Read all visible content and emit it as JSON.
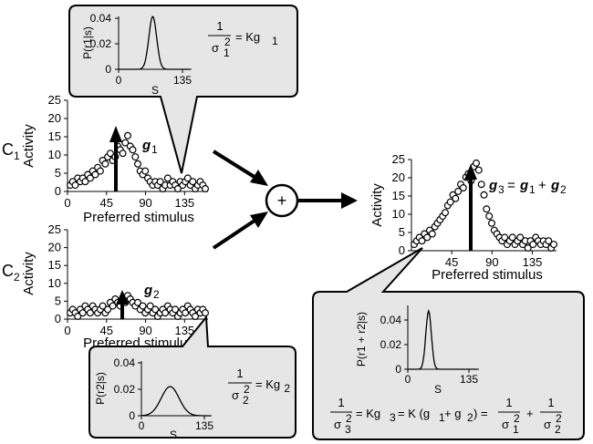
{
  "figure": {
    "cell_c1": "C",
    "cell_c1_sub": "1",
    "cell_c2": "C",
    "cell_c2_sub": "2",
    "plus_symbol": "+"
  },
  "panels": {
    "c1": {
      "ylabel": "Activity",
      "xlabel": "Preferred stimulus",
      "y_ticks": [
        "0",
        "5",
        "10",
        "15",
        "20",
        "25"
      ],
      "x_ticks": [
        "0",
        "45",
        "90",
        "135"
      ],
      "vector_label": "g",
      "vector_sub": "1"
    },
    "c2": {
      "ylabel": "Activity",
      "xlabel": "Preferred stimulus",
      "y_ticks": [
        "0",
        "5",
        "10",
        "15",
        "20",
        "25"
      ],
      "x_ticks": [
        "0",
        "45",
        "90",
        "135"
      ],
      "vector_label": "g",
      "vector_sub": "2"
    },
    "sum": {
      "ylabel": "Activity",
      "xlabel": "Preferred stimulus",
      "y_ticks": [
        "0",
        "5",
        "10",
        "15",
        "20",
        "25"
      ],
      "x_ticks": [
        "45",
        "90",
        "135"
      ],
      "eq_g3": "g",
      "eq_g3_sub": "3",
      "eq_equals": "=",
      "eq_g1": "g",
      "eq_g1_sub": "1",
      "eq_plus": "+",
      "eq_g2": "g",
      "eq_g2_sub": "2"
    }
  },
  "callouts": {
    "top": {
      "ylabel": "P(r1|s)",
      "xlabel": "S",
      "y_ticks": [
        "0",
        "0.02",
        "0.04"
      ],
      "x_ticks": [
        "0",
        "135"
      ],
      "formula_num": "1",
      "formula_den": "σ",
      "formula_den_sup": "2",
      "formula_den_sub": "1",
      "formula_rhs": "= Kg",
      "formula_rhs_sub": "1"
    },
    "bottom": {
      "ylabel": "P(r2|s)",
      "xlabel": "S",
      "y_ticks": [
        "0",
        "0.02",
        "0.04"
      ],
      "x_ticks": [
        "0",
        "135"
      ],
      "formula_num": "1",
      "formula_den": "σ",
      "formula_den_sup": "2",
      "formula_den_sub": "2",
      "formula_rhs": "= Kg",
      "formula_rhs_sub": "2"
    },
    "right": {
      "ylabel": "P(r1 + r2|s)",
      "xlabel": "S",
      "y_ticks": [
        "0",
        "0.02",
        "0.04"
      ],
      "x_ticks": [
        "0",
        "135"
      ],
      "eq_lhs_num": "1",
      "eq_lhs_den": "σ",
      "eq_lhs_den_sub": "3",
      "eq_middle": "= Kg",
      "eq_middle_sub": "3",
      "eq_k": "= K (g",
      "eq_k_sub1": "1",
      "eq_k_plus": " + g",
      "eq_k_sub2": "2",
      "eq_k_close": ") =",
      "eq_f1_num": "1",
      "eq_f1_den": "σ",
      "eq_f1_sub": "1",
      "eq_plus": "+",
      "eq_f2_num": "1",
      "eq_f2_den": "σ",
      "eq_f2_sub": "2",
      "sq": "2"
    }
  },
  "colors": {
    "callout_fill": "#e6e6e6",
    "stroke": "#000000"
  },
  "populations": {
    "c1": [
      [
        0,
        1
      ],
      [
        3,
        2
      ],
      [
        6,
        1
      ],
      [
        9,
        3
      ],
      [
        12,
        2
      ],
      [
        15,
        3
      ],
      [
        18,
        2
      ],
      [
        21,
        4
      ],
      [
        24,
        3
      ],
      [
        27,
        5
      ],
      [
        30,
        4
      ],
      [
        33,
        6
      ],
      [
        36,
        5
      ],
      [
        39,
        8
      ],
      [
        42,
        7
      ],
      [
        45,
        9
      ],
      [
        48,
        10
      ],
      [
        51,
        8
      ],
      [
        54,
        9
      ],
      [
        57,
        12
      ],
      [
        60,
        11
      ],
      [
        63,
        10
      ],
      [
        66,
        13
      ],
      [
        69,
        15
      ],
      [
        72,
        12
      ],
      [
        75,
        11
      ],
      [
        78,
        9
      ],
      [
        81,
        7
      ],
      [
        84,
        5
      ],
      [
        87,
        4
      ],
      [
        90,
        5
      ],
      [
        93,
        3
      ],
      [
        96,
        2
      ],
      [
        99,
        1
      ],
      [
        102,
        2
      ],
      [
        105,
        1
      ],
      [
        108,
        2
      ],
      [
        111,
        0
      ],
      [
        114,
        1
      ],
      [
        117,
        3
      ],
      [
        120,
        1
      ],
      [
        123,
        2
      ],
      [
        126,
        1
      ],
      [
        129,
        0
      ],
      [
        132,
        2
      ],
      [
        135,
        1
      ],
      [
        138,
        2
      ],
      [
        141,
        3
      ],
      [
        144,
        1
      ],
      [
        147,
        2
      ],
      [
        150,
        0
      ],
      [
        153,
        1
      ],
      [
        156,
        2
      ],
      [
        159,
        1
      ],
      [
        162,
        0
      ]
    ],
    "c2": [
      [
        0,
        1
      ],
      [
        3,
        2
      ],
      [
        6,
        1
      ],
      [
        9,
        0
      ],
      [
        12,
        2
      ],
      [
        15,
        1
      ],
      [
        18,
        3
      ],
      [
        21,
        2
      ],
      [
        24,
        1
      ],
      [
        27,
        3
      ],
      [
        30,
        2
      ],
      [
        33,
        1
      ],
      [
        36,
        2
      ],
      [
        39,
        3
      ],
      [
        42,
        1
      ],
      [
        45,
        2
      ],
      [
        48,
        4
      ],
      [
        51,
        3
      ],
      [
        54,
        5
      ],
      [
        57,
        4
      ],
      [
        60,
        3
      ],
      [
        63,
        5
      ],
      [
        66,
        4
      ],
      [
        69,
        6
      ],
      [
        72,
        5
      ],
      [
        75,
        4
      ],
      [
        78,
        3
      ],
      [
        81,
        4
      ],
      [
        84,
        2
      ],
      [
        87,
        3
      ],
      [
        90,
        1
      ],
      [
        93,
        2
      ],
      [
        96,
        3
      ],
      [
        99,
        1
      ],
      [
        102,
        2
      ],
      [
        105,
        0
      ],
      [
        108,
        1
      ],
      [
        111,
        2
      ],
      [
        114,
        1
      ],
      [
        117,
        3
      ],
      [
        120,
        2
      ],
      [
        123,
        1
      ],
      [
        126,
        2
      ],
      [
        129,
        0
      ],
      [
        132,
        1
      ],
      [
        135,
        2
      ],
      [
        138,
        1
      ],
      [
        141,
        3
      ],
      [
        144,
        2
      ],
      [
        147,
        1
      ],
      [
        150,
        0
      ],
      [
        153,
        2
      ],
      [
        156,
        1
      ],
      [
        159,
        2
      ],
      [
        162,
        1
      ]
    ],
    "sum": [
      [
        0,
        1
      ],
      [
        3,
        2
      ],
      [
        6,
        3
      ],
      [
        9,
        2
      ],
      [
        12,
        4
      ],
      [
        15,
        3
      ],
      [
        18,
        5
      ],
      [
        21,
        4
      ],
      [
        24,
        6
      ],
      [
        27,
        7
      ],
      [
        30,
        8
      ],
      [
        33,
        9
      ],
      [
        36,
        10
      ],
      [
        39,
        12
      ],
      [
        42,
        13
      ],
      [
        45,
        15
      ],
      [
        48,
        14
      ],
      [
        51,
        16
      ],
      [
        54,
        18
      ],
      [
        57,
        17
      ],
      [
        60,
        20
      ],
      [
        63,
        21
      ],
      [
        66,
        19
      ],
      [
        69,
        23
      ],
      [
        72,
        24
      ],
      [
        75,
        22
      ],
      [
        78,
        18
      ],
      [
        81,
        15
      ],
      [
        84,
        11
      ],
      [
        87,
        9
      ],
      [
        90,
        7
      ],
      [
        93,
        5
      ],
      [
        96,
        4
      ],
      [
        99,
        3
      ],
      [
        102,
        2
      ],
      [
        105,
        3
      ],
      [
        108,
        1
      ],
      [
        111,
        2
      ],
      [
        114,
        3
      ],
      [
        117,
        1
      ],
      [
        120,
        2
      ],
      [
        123,
        3
      ],
      [
        126,
        1
      ],
      [
        129,
        2
      ],
      [
        132,
        0
      ],
      [
        135,
        2
      ],
      [
        138,
        1
      ],
      [
        141,
        3
      ],
      [
        144,
        2
      ],
      [
        147,
        1
      ],
      [
        150,
        2
      ],
      [
        153,
        1
      ],
      [
        156,
        2
      ],
      [
        159,
        0
      ],
      [
        162,
        1
      ]
    ]
  }
}
